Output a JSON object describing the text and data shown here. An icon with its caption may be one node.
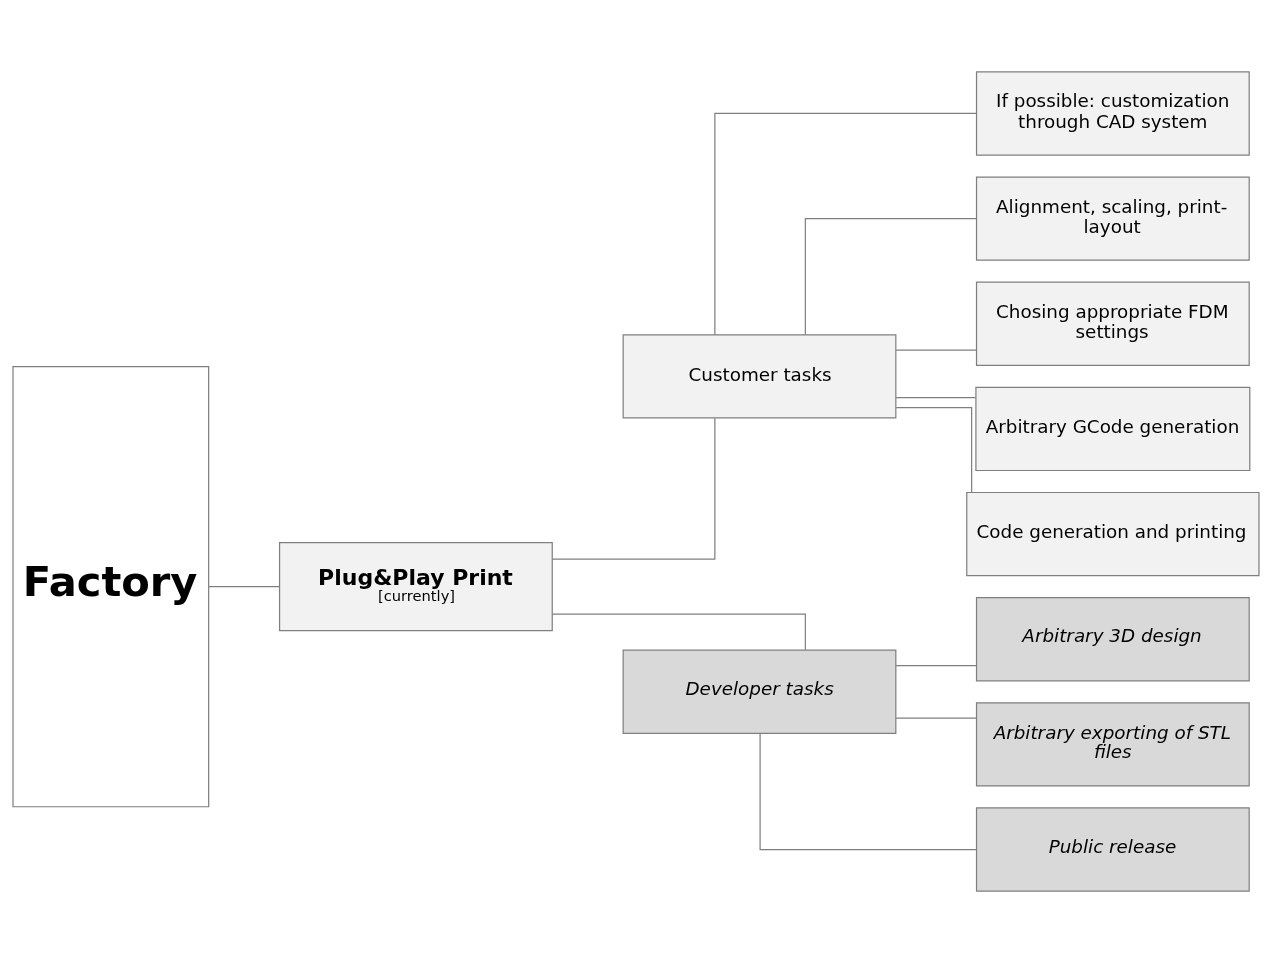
{
  "diagram": {
    "nodes": [
      {
        "text": [
          "Factory"
        ]
      },
      {
        "text": [
          "Plug&Play Print",
          "[currently]"
        ]
      },
      {
        "text": [
          "Customer tasks"
        ]
      },
      {
        "text": [
          "If possible: customization through CAD system"
        ]
      },
      {
        "text": [
          "Alignment, scaling, print-layout"
        ]
      },
      {
        "text": [
          "Chosing appropriate FDM settings"
        ]
      },
      {
        "text": [
          "Arbitrary GCode generation"
        ]
      },
      {
        "text": [
          "Code generation and printing"
        ]
      },
      {
        "text": [
          "Developer tasks"
        ]
      },
      {
        "text": [
          "Arbitrary 3D design"
        ]
      },
      {
        "text": [
          "Arbitrary exporting of STL files"
        ]
      },
      {
        "text": [
          "Public release"
        ]
      }
    ],
    "edges": [
      {
        "from": 0,
        "to": 1,
        "arrow": "none"
      },
      {
        "from": 1,
        "to": 2,
        "arrow": "none"
      },
      {
        "from": 1,
        "to": 8,
        "arrow": "none"
      },
      {
        "from": 2,
        "to": 3,
        "arrow": "none"
      },
      {
        "from": 2,
        "to": 4,
        "arrow": "none"
      },
      {
        "from": 2,
        "to": 5,
        "arrow": "none"
      },
      {
        "from": 2,
        "to": 6,
        "arrow": "none"
      },
      {
        "from": 2,
        "to": 7,
        "arrow": "none"
      },
      {
        "from": 8,
        "to": 9,
        "arrow": "none"
      },
      {
        "from": 8,
        "to": 10,
        "arrow": "none"
      },
      {
        "from": 8,
        "to": 11,
        "arrow": "none"
      }
    ]
  }
}
